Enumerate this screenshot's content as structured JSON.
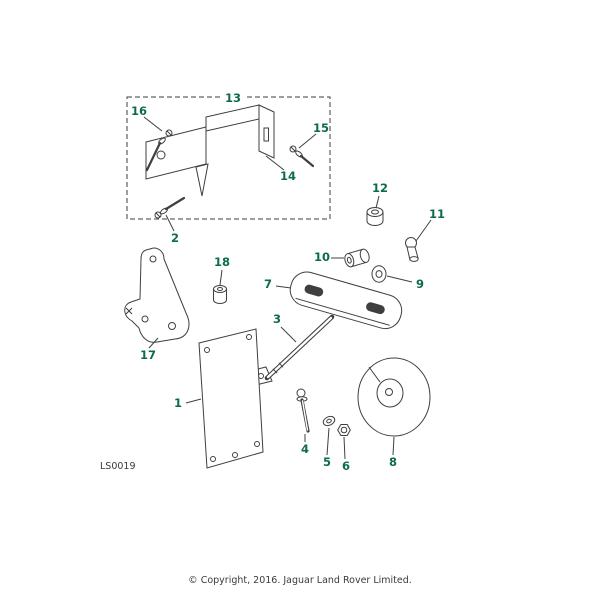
{
  "page": {
    "label_color": "#0c6b4f",
    "line_color": "#3f3f3f",
    "background": "#ffffff"
  },
  "diagram": {
    "code": "LS0019",
    "copyright": "© Copyright, 2016. Jaguar Land Rover Limited.",
    "labels": {
      "1": "1",
      "2": "2",
      "3": "3",
      "4": "4",
      "5": "5",
      "6": "6",
      "7": "7",
      "8": "8",
      "9": "9",
      "10": "10",
      "11": "11",
      "12": "12",
      "13": "13",
      "14": "14",
      "15": "15",
      "16": "16",
      "17": "17",
      "18": "18"
    }
  }
}
